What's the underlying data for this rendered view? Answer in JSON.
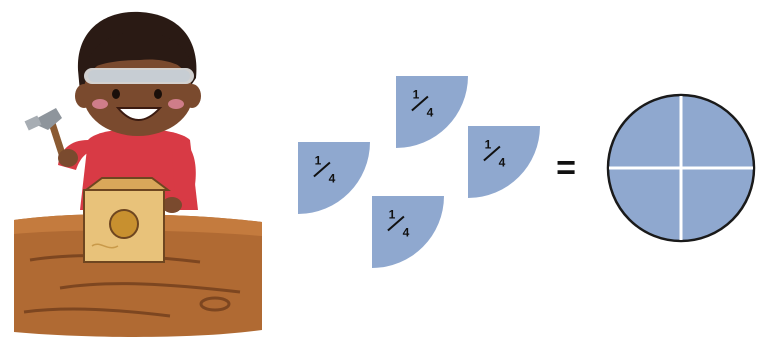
{
  "illustration": {
    "description_icon": "child-carpenter-with-hammer-icon"
  },
  "quarter_pieces": [
    {
      "numerator": "1",
      "denominator": "4"
    },
    {
      "numerator": "1",
      "denominator": "4"
    },
    {
      "numerator": "1",
      "denominator": "4"
    },
    {
      "numerator": "1",
      "denominator": "4"
    }
  ],
  "equals_sign": "=",
  "whole_circle": {
    "parts": 4
  },
  "colors": {
    "fraction_fill": "#8FA8CF",
    "shirt": "#D83A45",
    "wood": "#B06A33",
    "box": "#E8C27A"
  }
}
